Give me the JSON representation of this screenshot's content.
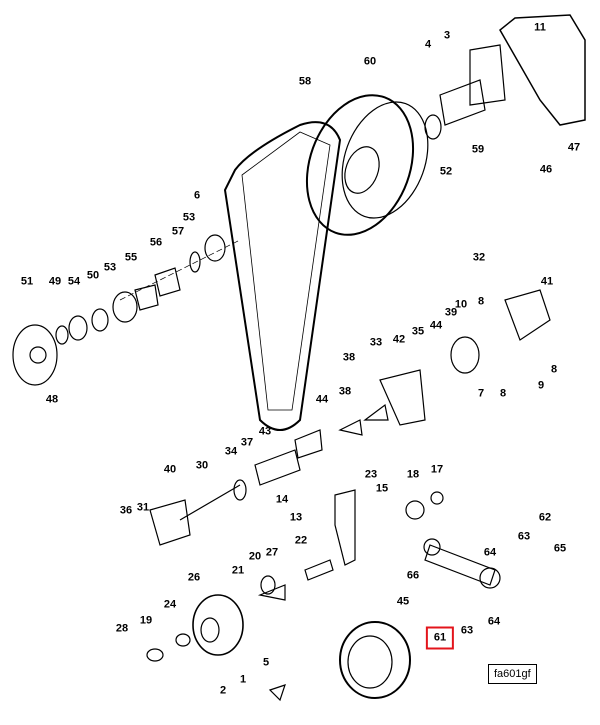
{
  "figure_id": "fa601gf",
  "highlight_color": "#e3141b",
  "highlighted_callout": "61",
  "callouts": [
    "11",
    "4",
    "3",
    "60",
    "58",
    "59",
    "47",
    "52",
    "46",
    "6",
    "53",
    "57",
    "56",
    "55",
    "53",
    "50",
    "54",
    "49",
    "51",
    "48",
    "32",
    "41",
    "10",
    "8",
    "39",
    "44",
    "35",
    "42",
    "33",
    "38",
    "38",
    "44",
    "43",
    "37",
    "8",
    "9",
    "7",
    "8",
    "34",
    "30",
    "40",
    "18",
    "17",
    "23",
    "14",
    "15",
    "13",
    "36",
    "31",
    "62",
    "63",
    "64",
    "65",
    "22",
    "20",
    "27",
    "21",
    "66",
    "26",
    "45",
    "63",
    "64",
    "61",
    "24",
    "19",
    "28",
    "5",
    "1",
    "2"
  ]
}
